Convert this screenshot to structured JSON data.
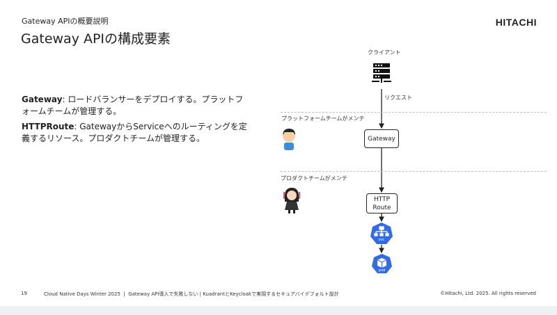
{
  "header": {
    "subtitle": "Gateway APIの概要説明",
    "title": "Gateway APIの構成要素",
    "logo": "HITACHI"
  },
  "body": {
    "items": [
      {
        "term": "Gateway",
        "desc": ": ロードバランサーをデプロイする。プラットフォームチームが管理する。"
      },
      {
        "term": "HTTPRoute",
        "desc": ": GatewayからServiceへのルーティングを定義するリソース。プロダクトチームが管理する。"
      }
    ]
  },
  "diagram": {
    "client_label": "クライアント",
    "request_label": "リクエスト",
    "platform_team_label": "プラットフォームチームがメンテ",
    "product_team_label": "プロダクトチームがメンテ",
    "gateway_label": "Gateway",
    "httproute_label": "HTTP Route",
    "svc_label": "svc",
    "pod_label": "pod",
    "k8s_color": "#326ce5"
  },
  "footer": {
    "page": "19",
    "event": "Cloud Native Days Winter 2025",
    "separator": "|",
    "talk": "Gateway API導入で失敗しない | KuadrantとKeycloakで実現するセキュアバイデフォルト設計",
    "copyright": "©Hitachi, Ltd. 2025. All rights reserved"
  }
}
